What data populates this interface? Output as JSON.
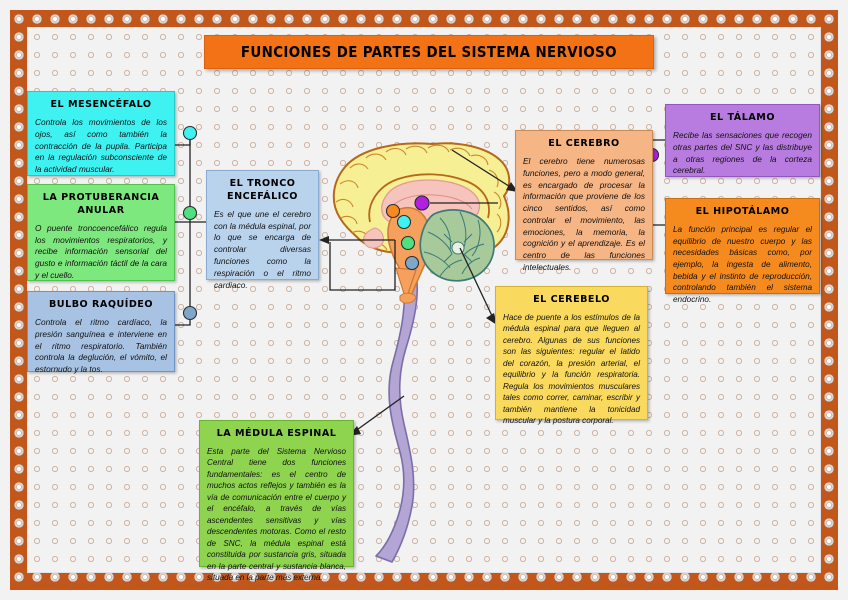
{
  "title": "FUNCIONES DE PARTES DEL SISTEMA NERVIOSO",
  "colors": {
    "border_frame": "#c1571a",
    "title_bar": "#f47216",
    "mesencefalo": "#3ff2f2",
    "protuberancia": "#7de87d",
    "bulbo": "#a7c2e3",
    "tronco": "#b9d3ed",
    "cerebro": "#f5b584",
    "cerebelo": "#fada5e",
    "talamo": "#b87be0",
    "hipotalamo": "#f58a1f",
    "medula": "#8ed44f"
  },
  "boxes": {
    "mesencefalo": {
      "heading": "EL MESENCÉFALO",
      "body": "Controla los movimientos de los ojos, así como también la contracción de la pupila. Participa en la regulación subconsciente de la actividad muscular."
    },
    "protuberancia": {
      "heading": "LA PROTUBERANCIA ANULAR",
      "body": "O puente troncoencefálico regula los movimientos respiratorios, y recibe información sensorial del gusto e información táctil de la cara y el cuello."
    },
    "bulbo": {
      "heading": "BULBO RAQUÍDEO",
      "body": "Controla el ritmo cardíaco, la presión sanguínea e interviene en el ritmo respiratorio. También controla la deglución, el vómito, el estornudo y la tos."
    },
    "tronco": {
      "heading": "EL TRONCO ENCEFÁLICO",
      "body": "Es el que une el cerebro con la médula espinal, por lo que se encarga de controlar diversas funciones como la respiración o el ritmo cardiaco."
    },
    "cerebro": {
      "heading": "EL CEREBRO",
      "body": "El cerebro tiene numerosas funciones, pero a modo general, es encargado de procesar la información que proviene de los cinco sentidos, así como controlar el movimiento, las emociones, la memoria, la cognición y el aprendizaje. Es el centro de las funciones intelectuales."
    },
    "cerebelo": {
      "heading": "EL CEREBELO",
      "body": "Hace de puente a los estímulos de la médula espinal para que lleguen al cerebro. Algunas de sus funciones son las siguientes: regular el latido del corazón, la presión arterial, el equilibrio y la función respiratoria. Regula los movimientos musculares tales como correr, caminar, escribir y también mantiene la tonicidad muscular y la postura corporal."
    },
    "talamo": {
      "heading": "EL TÁLAMO",
      "body": "Recibe las sensaciones que recogen otras partes del SNC y las distribuye a otras regiones de la corteza cerebral."
    },
    "hipotalamo": {
      "heading": "EL HIPOTÁLAMO",
      "body": "La función principal es regular el equilibrio de nuestro cuerpo y las necesidades básicas como, por ejemplo, la ingesta de alimento, bebida y el instinto de reproducción, controlando también el sistema endocrino."
    },
    "medula": {
      "heading": "LA MÉDULA ESPINAL",
      "body": "Esta parte del Sistema Nervioso Central tiene dos funciones fundamentales: es el centro de muchos actos reflejos y también es la vía de comunicación entre el cuerpo y el encéfalo, a través de vías ascendentes sensitivas y vías descendentes motoras. Como el resto de SNC, la médula espinal está constituida por sustancia gris, situada en la parte central y sustancia blanca, situada en la parte más externa."
    }
  },
  "markers": {
    "mesencefalo_dot": "#3ff2f2",
    "protuberancia_dot": "#4fe07f",
    "bulbo_dot": "#7fa7c9",
    "talamo_dot": "#b020e0",
    "hipotalamo_dot": "#f58a1f"
  },
  "diagram": {
    "label": "sagittal-brain-illustration",
    "parts": {
      "cerebrum": "#f7ef94",
      "corpus_callosum": "#f7c3bd",
      "brainstem": "#f5a05c",
      "cerebellum": "#a8c99a",
      "spinal_cord": "#b3a5d4"
    }
  }
}
